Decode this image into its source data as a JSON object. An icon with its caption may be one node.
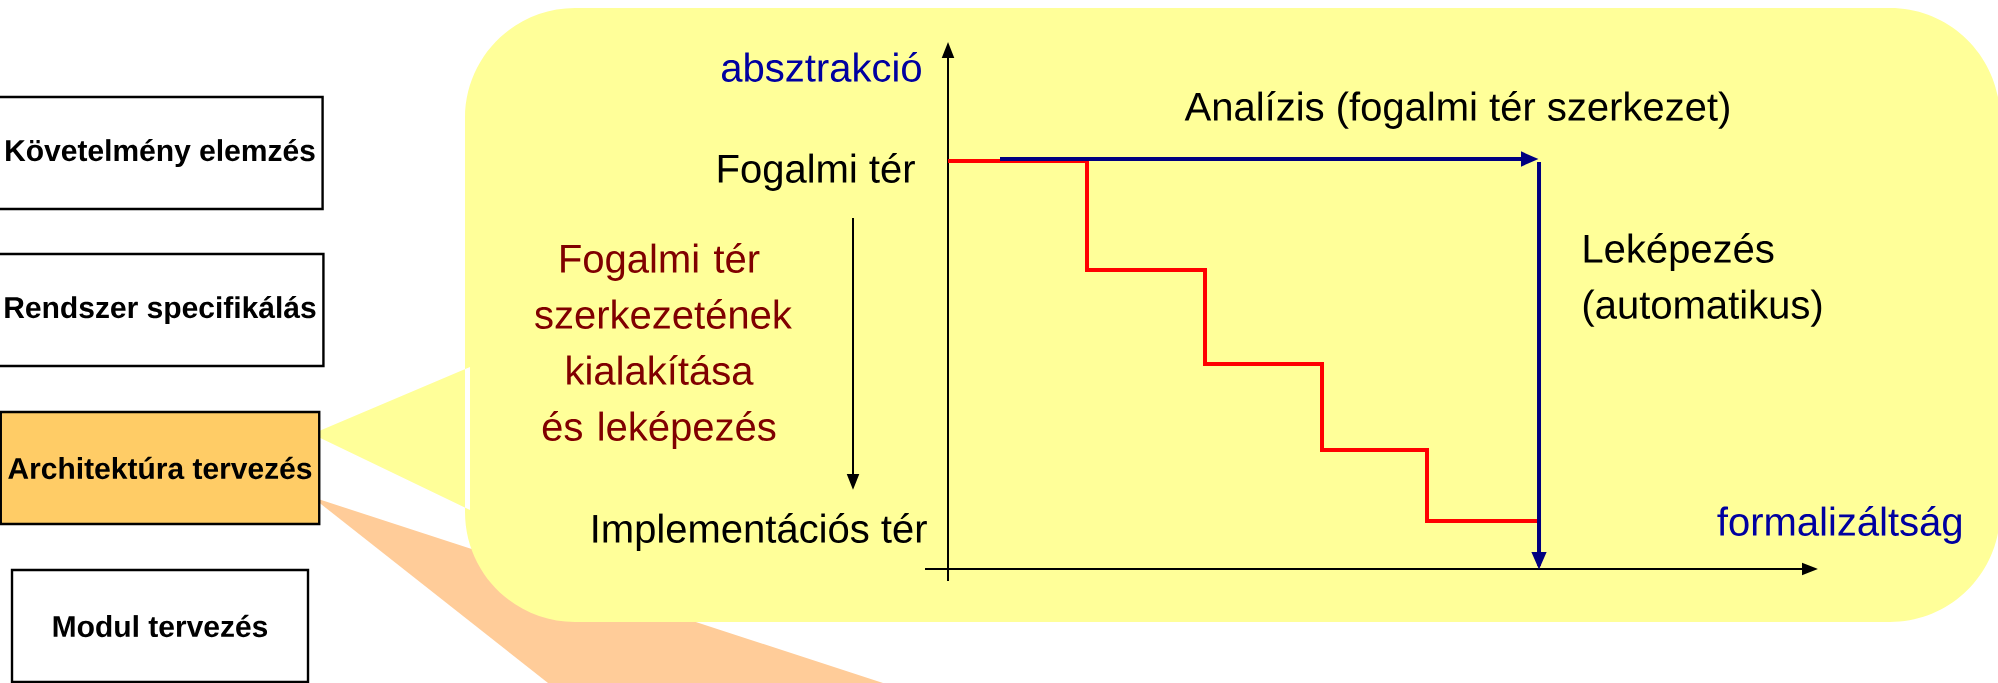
{
  "diagram": {
    "nodes": [
      {
        "text": [
          "Követelmény elemzés"
        ]
      },
      {
        "text": [
          "Rendszer specifikálás"
        ]
      },
      {
        "text": [
          "Architektúra tervezés"
        ]
      },
      {
        "text": [
          "Modul tervezés"
        ]
      }
    ],
    "labels": [
      "absztrakció",
      "Analízis (fogalmi tér szerkezet)",
      "Fogalmi tér",
      "Fogalmi tér szerkezetének kialakítása és leképezés",
      "Leképezés (automatikus)",
      "Implementációs tér",
      "formalizáltság"
    ]
  }
}
